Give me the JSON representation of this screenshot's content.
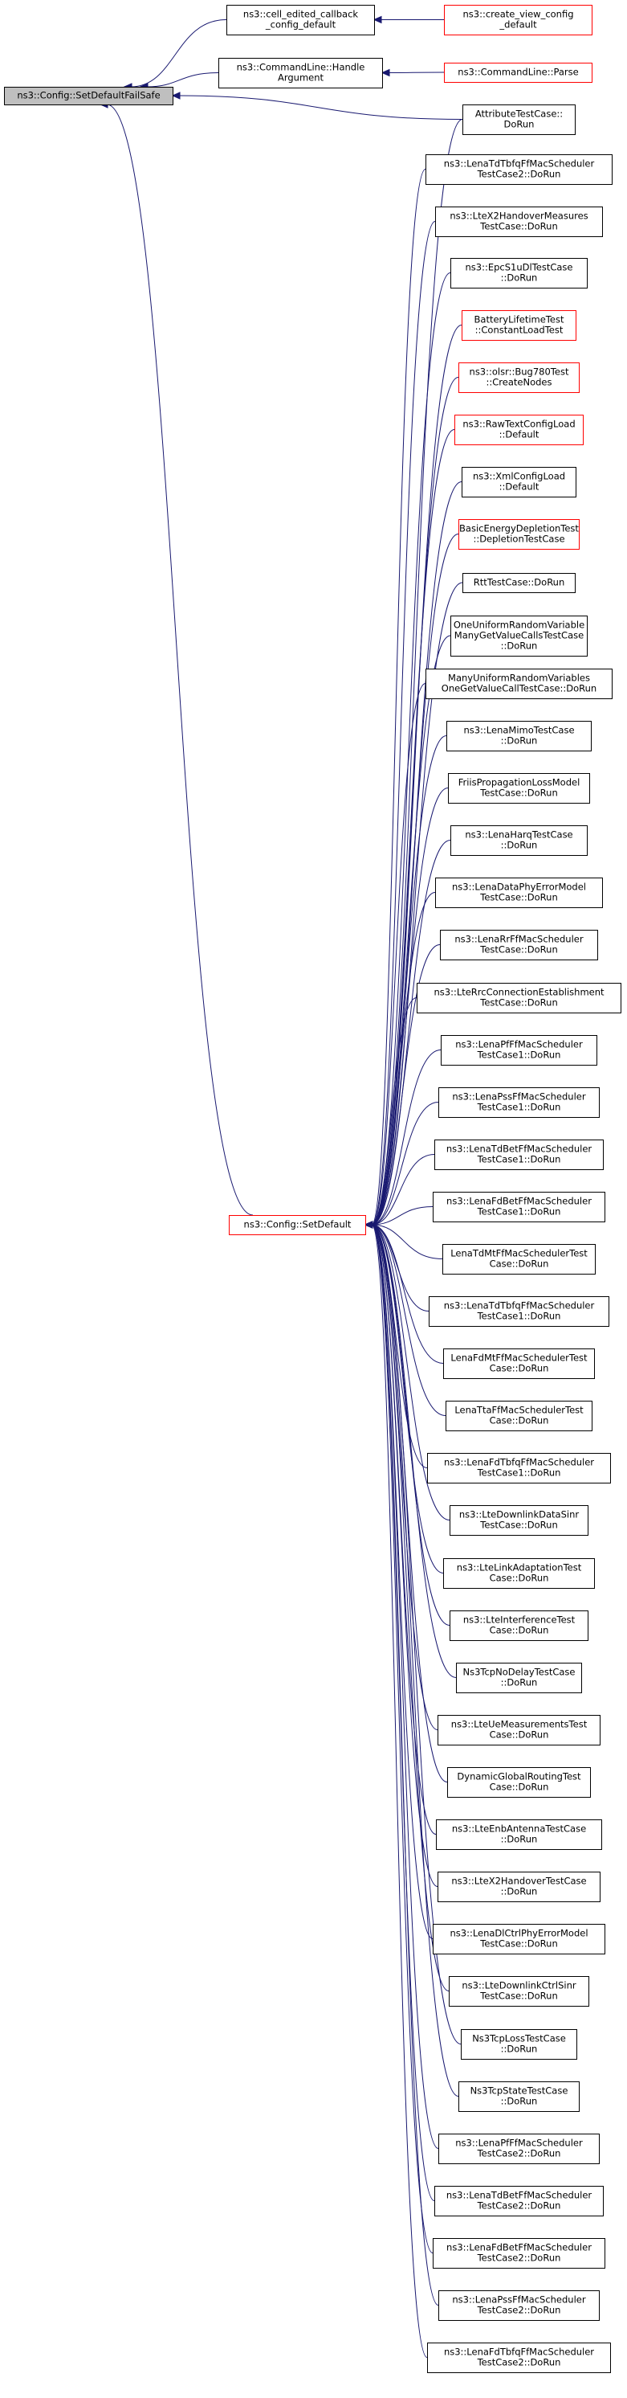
{
  "colors": {
    "edge": "#191970",
    "border_default": "#000000",
    "border_red": "#ff0000",
    "root_fill": "#bfbfbf"
  },
  "nodes": [
    {
      "id": "root",
      "lines": [
        "ns3::Config::SetDefaultFailSafe"
      ],
      "style": "root"
    },
    {
      "id": "cell_edited",
      "lines": [
        "ns3::cell_edited_callback",
        "_config_default"
      ],
      "style": "black"
    },
    {
      "id": "create_view",
      "lines": [
        "ns3::create_view_config",
        "_default"
      ],
      "style": "red"
    },
    {
      "id": "handle_arg",
      "lines": [
        "ns3::CommandLine::Handle",
        "Argument"
      ],
      "style": "black"
    },
    {
      "id": "cl_parse",
      "lines": [
        "ns3::CommandLine::Parse"
      ],
      "style": "red"
    },
    {
      "id": "attr_test",
      "lines": [
        "AttributeTestCase::",
        "DoRun"
      ],
      "style": "black"
    },
    {
      "id": "setdefault",
      "lines": [
        "ns3::Config::SetDefault"
      ],
      "style": "red"
    },
    {
      "id": "c0",
      "lines": [
        "ns3::LenaTdTbfqFfMacScheduler",
        "TestCase2::DoRun"
      ],
      "style": "black"
    },
    {
      "id": "c1",
      "lines": [
        "ns3::LteX2HandoverMeasures",
        "TestCase::DoRun"
      ],
      "style": "black"
    },
    {
      "id": "c2",
      "lines": [
        "ns3::EpcS1uDlTestCase",
        "::DoRun"
      ],
      "style": "black"
    },
    {
      "id": "c3",
      "lines": [
        "BatteryLifetimeTest",
        "::ConstantLoadTest"
      ],
      "style": "red"
    },
    {
      "id": "c4",
      "lines": [
        "ns3::olsr::Bug780Test",
        "::CreateNodes"
      ],
      "style": "red"
    },
    {
      "id": "c5",
      "lines": [
        "ns3::RawTextConfigLoad",
        "::Default"
      ],
      "style": "red"
    },
    {
      "id": "c6",
      "lines": [
        "ns3::XmlConfigLoad",
        "::Default"
      ],
      "style": "black"
    },
    {
      "id": "c7",
      "lines": [
        "BasicEnergyDepletionTest",
        "::DepletionTestCase"
      ],
      "style": "red"
    },
    {
      "id": "c8",
      "lines": [
        "RttTestCase::DoRun"
      ],
      "style": "black"
    },
    {
      "id": "c9",
      "lines": [
        "OneUniformRandomVariable",
        "ManyGetValueCallsTestCase",
        "::DoRun"
      ],
      "style": "black"
    },
    {
      "id": "c10",
      "lines": [
        "ManyUniformRandomVariables",
        "OneGetValueCallTestCase::DoRun"
      ],
      "style": "black"
    },
    {
      "id": "c11",
      "lines": [
        "ns3::LenaMimoTestCase",
        "::DoRun"
      ],
      "style": "black"
    },
    {
      "id": "c12",
      "lines": [
        "FriisPropagationLossModel",
        "TestCase::DoRun"
      ],
      "style": "black"
    },
    {
      "id": "c13",
      "lines": [
        "ns3::LenaHarqTestCase",
        "::DoRun"
      ],
      "style": "black"
    },
    {
      "id": "c14",
      "lines": [
        "ns3::LenaDataPhyErrorModel",
        "TestCase::DoRun"
      ],
      "style": "black"
    },
    {
      "id": "c15",
      "lines": [
        "ns3::LenaRrFfMacScheduler",
        "TestCase::DoRun"
      ],
      "style": "black"
    },
    {
      "id": "c16",
      "lines": [
        "ns3::LteRrcConnectionEstablishment",
        "TestCase::DoRun"
      ],
      "style": "black"
    },
    {
      "id": "c17",
      "lines": [
        "ns3::LenaPfFfMacScheduler",
        "TestCase1::DoRun"
      ],
      "style": "black"
    },
    {
      "id": "c18",
      "lines": [
        "ns3::LenaPssFfMacScheduler",
        "TestCase1::DoRun"
      ],
      "style": "black"
    },
    {
      "id": "c19",
      "lines": [
        "ns3::LenaTdBetFfMacScheduler",
        "TestCase1::DoRun"
      ],
      "style": "black"
    },
    {
      "id": "c20",
      "lines": [
        "ns3::LenaFdBetFfMacScheduler",
        "TestCase1::DoRun"
      ],
      "style": "black"
    },
    {
      "id": "c21",
      "lines": [
        "LenaTdMtFfMacSchedulerTest",
        "Case::DoRun"
      ],
      "style": "black"
    },
    {
      "id": "c22",
      "lines": [
        "ns3::LenaTdTbfqFfMacScheduler",
        "TestCase1::DoRun"
      ],
      "style": "black"
    },
    {
      "id": "c23",
      "lines": [
        "LenaFdMtFfMacSchedulerTest",
        "Case::DoRun"
      ],
      "style": "black"
    },
    {
      "id": "c24",
      "lines": [
        "LenaTtaFfMacSchedulerTest",
        "Case::DoRun"
      ],
      "style": "black"
    },
    {
      "id": "c25",
      "lines": [
        "ns3::LenaFdTbfqFfMacScheduler",
        "TestCase1::DoRun"
      ],
      "style": "black"
    },
    {
      "id": "c26",
      "lines": [
        "ns3::LteDownlinkDataSinr",
        "TestCase::DoRun"
      ],
      "style": "black"
    },
    {
      "id": "c27",
      "lines": [
        "ns3::LteLinkAdaptationTest",
        "Case::DoRun"
      ],
      "style": "black"
    },
    {
      "id": "c28",
      "lines": [
        "ns3::LteInterferenceTest",
        "Case::DoRun"
      ],
      "style": "black"
    },
    {
      "id": "c29",
      "lines": [
        "Ns3TcpNoDelayTestCase",
        "::DoRun"
      ],
      "style": "black"
    },
    {
      "id": "c30",
      "lines": [
        "ns3::LteUeMeasurementsTest",
        "Case::DoRun"
      ],
      "style": "black"
    },
    {
      "id": "c31",
      "lines": [
        "DynamicGlobalRoutingTest",
        "Case::DoRun"
      ],
      "style": "black"
    },
    {
      "id": "c32",
      "lines": [
        "ns3::LteEnbAntennaTestCase",
        "::DoRun"
      ],
      "style": "black"
    },
    {
      "id": "c33",
      "lines": [
        "ns3::LteX2HandoverTestCase",
        "::DoRun"
      ],
      "style": "black"
    },
    {
      "id": "c34",
      "lines": [
        "ns3::LenaDlCtrlPhyErrorModel",
        "TestCase::DoRun"
      ],
      "style": "black"
    },
    {
      "id": "c35",
      "lines": [
        "ns3::LteDownlinkCtrlSinr",
        "TestCase::DoRun"
      ],
      "style": "black"
    },
    {
      "id": "c36",
      "lines": [
        "Ns3TcpLossTestCase",
        "::DoRun"
      ],
      "style": "black"
    },
    {
      "id": "c37",
      "lines": [
        "Ns3TcpStateTestCase",
        "::DoRun"
      ],
      "style": "black"
    },
    {
      "id": "c38",
      "lines": [
        "ns3::LenaPfFfMacScheduler",
        "TestCase2::DoRun"
      ],
      "style": "black"
    },
    {
      "id": "c39",
      "lines": [
        "ns3::LenaTdBetFfMacScheduler",
        "TestCase2::DoRun"
      ],
      "style": "black"
    },
    {
      "id": "c40",
      "lines": [
        "ns3::LenaFdBetFfMacScheduler",
        "TestCase2::DoRun"
      ],
      "style": "black"
    },
    {
      "id": "c41",
      "lines": [
        "ns3::LenaPssFfMacScheduler",
        "TestCase2::DoRun"
      ],
      "style": "black"
    },
    {
      "id": "c42",
      "lines": [
        "ns3::LenaFdTbfqFfMacScheduler",
        "TestCase2::DoRun"
      ],
      "style": "black"
    }
  ],
  "edges": [
    {
      "from": "cell_edited",
      "to": "root"
    },
    {
      "from": "create_view",
      "to": "cell_edited"
    },
    {
      "from": "handle_arg",
      "to": "root"
    },
    {
      "from": "cl_parse",
      "to": "handle_arg"
    },
    {
      "from": "attr_test",
      "to": "root"
    },
    {
      "from": "setdefault",
      "to": "root"
    },
    {
      "from": "attr_test",
      "to": "setdefault"
    },
    {
      "from": "c0",
      "to": "setdefault"
    },
    {
      "from": "c1",
      "to": "setdefault"
    },
    {
      "from": "c2",
      "to": "setdefault"
    },
    {
      "from": "c3",
      "to": "setdefault"
    },
    {
      "from": "c4",
      "to": "setdefault"
    },
    {
      "from": "c5",
      "to": "setdefault"
    },
    {
      "from": "c6",
      "to": "setdefault"
    },
    {
      "from": "c7",
      "to": "setdefault"
    },
    {
      "from": "c8",
      "to": "setdefault"
    },
    {
      "from": "c9",
      "to": "setdefault"
    },
    {
      "from": "c10",
      "to": "setdefault"
    },
    {
      "from": "c11",
      "to": "setdefault"
    },
    {
      "from": "c12",
      "to": "setdefault"
    },
    {
      "from": "c13",
      "to": "setdefault"
    },
    {
      "from": "c14",
      "to": "setdefault"
    },
    {
      "from": "c15",
      "to": "setdefault"
    },
    {
      "from": "c16",
      "to": "setdefault"
    },
    {
      "from": "c17",
      "to": "setdefault"
    },
    {
      "from": "c18",
      "to": "setdefault"
    },
    {
      "from": "c19",
      "to": "setdefault"
    },
    {
      "from": "c20",
      "to": "setdefault"
    },
    {
      "from": "c21",
      "to": "setdefault"
    },
    {
      "from": "c22",
      "to": "setdefault"
    },
    {
      "from": "c23",
      "to": "setdefault"
    },
    {
      "from": "c24",
      "to": "setdefault"
    },
    {
      "from": "c25",
      "to": "setdefault"
    },
    {
      "from": "c26",
      "to": "setdefault"
    },
    {
      "from": "c27",
      "to": "setdefault"
    },
    {
      "from": "c28",
      "to": "setdefault"
    },
    {
      "from": "c29",
      "to": "setdefault"
    },
    {
      "from": "c30",
      "to": "setdefault"
    },
    {
      "from": "c31",
      "to": "setdefault"
    },
    {
      "from": "c32",
      "to": "setdefault"
    },
    {
      "from": "c33",
      "to": "setdefault"
    },
    {
      "from": "c34",
      "to": "setdefault"
    },
    {
      "from": "c35",
      "to": "setdefault"
    },
    {
      "from": "c36",
      "to": "setdefault"
    },
    {
      "from": "c37",
      "to": "setdefault"
    },
    {
      "from": "c38",
      "to": "setdefault"
    },
    {
      "from": "c39",
      "to": "setdefault"
    },
    {
      "from": "c40",
      "to": "setdefault"
    },
    {
      "from": "c41",
      "to": "setdefault"
    },
    {
      "from": "c42",
      "to": "setdefault"
    }
  ]
}
